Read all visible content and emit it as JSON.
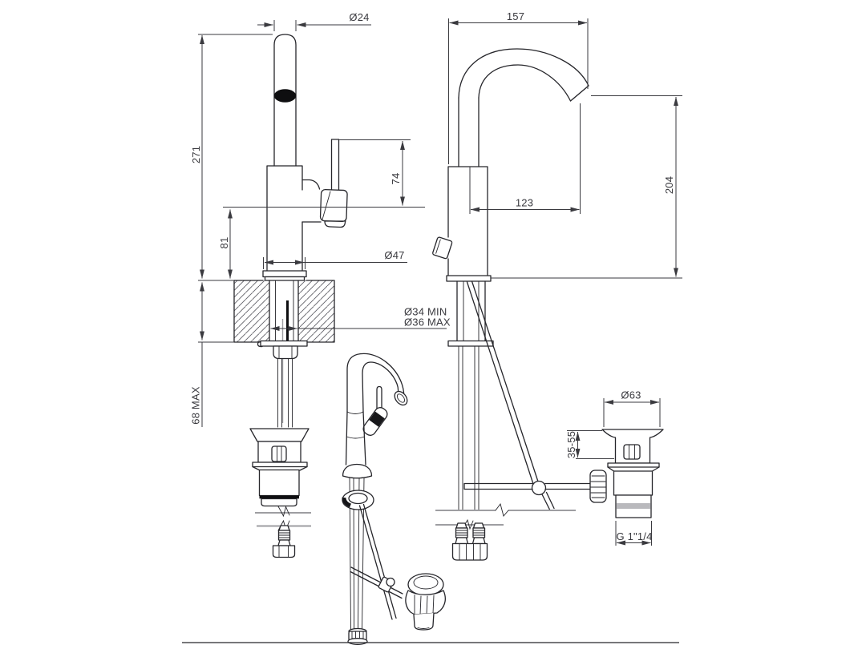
{
  "dimensions": {
    "front": {
      "spout_diameter": "Ø24",
      "total_height": "271",
      "spout_height": "81",
      "handle_height": "74",
      "base_diameter": "Ø47",
      "hole_diameter_min": "Ø34 MIN",
      "hole_diameter_max": "Ø36 MAX",
      "max_deck_thickness": "68 MAX"
    },
    "side": {
      "spout_reach_total": "157",
      "spout_reach": "123",
      "spout_clearance_height": "204"
    },
    "waste": {
      "flange_diameter": "Ø63",
      "deck_thickness_range": "35-55",
      "thread_size": "G 1\"1/4"
    }
  },
  "colors": {
    "line": "#26262b",
    "dimension": "#3a3a3f",
    "break_line": "#9e9ea2",
    "fill_dark": "#0e0e10",
    "background": "#ffffff"
  }
}
